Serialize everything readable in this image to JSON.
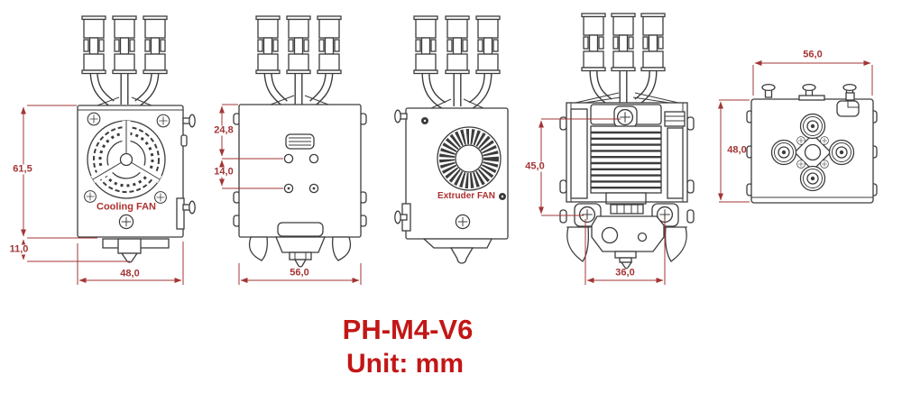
{
  "title": {
    "model": "PH-M4-V6",
    "unit_label": "Unit: mm"
  },
  "views": {
    "front_cooling": {
      "caption": "Cooling FAN",
      "dims": {
        "body_height": "61,5",
        "nozzle_height": "11,0",
        "body_width": "48,0"
      }
    },
    "side": {
      "dims": {
        "top_to_hole": "24,8",
        "hole_spacing": "14,0",
        "body_width": "56,0"
      }
    },
    "back_extruder": {
      "caption": "Extruder FAN",
      "dims": {
        "screw_height": "45,0"
      }
    },
    "front_carriage": {
      "dims": {
        "screw_spacing": "36,0"
      }
    },
    "top": {
      "dims": {
        "width": "56,0",
        "depth": "48,0"
      }
    }
  },
  "colors": {
    "dimension_red": "#a33535",
    "title_red": "#c31616",
    "line_gray": "#3c3c3c",
    "background": "#ffffff"
  }
}
